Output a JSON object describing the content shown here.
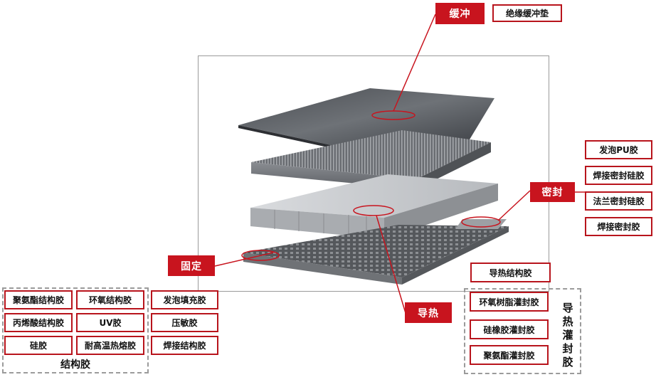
{
  "tags": {
    "buffer": "缓冲",
    "seal": "密封",
    "fix": "固定",
    "thermal": "导热"
  },
  "buffer_items": [
    "绝缘缓冲垫"
  ],
  "seal_items": [
    "发泡PU胶",
    "焊接密封硅胶",
    "法兰密封硅胶",
    "焊接密封胶"
  ],
  "thermal_structural": "导热结构胶",
  "thermal_potting": {
    "label": "导热灌封胶",
    "items": [
      "环氧树脂灌封胶",
      "硅橡胶灌封胶",
      "聚氨酯灌封胶"
    ]
  },
  "structural": {
    "label": "结构胶",
    "items": [
      "聚氨酯结构胶",
      "环氧结构胶",
      "丙烯酸结构胶",
      "UV胶",
      "硅胶",
      "耐高温热熔胶"
    ]
  },
  "fix_items": [
    "发泡填充胶",
    "压敏胶",
    "焊接结构胶"
  ],
  "colors": {
    "accent": "#c8141e",
    "border_red": "#b8141c",
    "dash_grey": "#9b9b9b"
  }
}
